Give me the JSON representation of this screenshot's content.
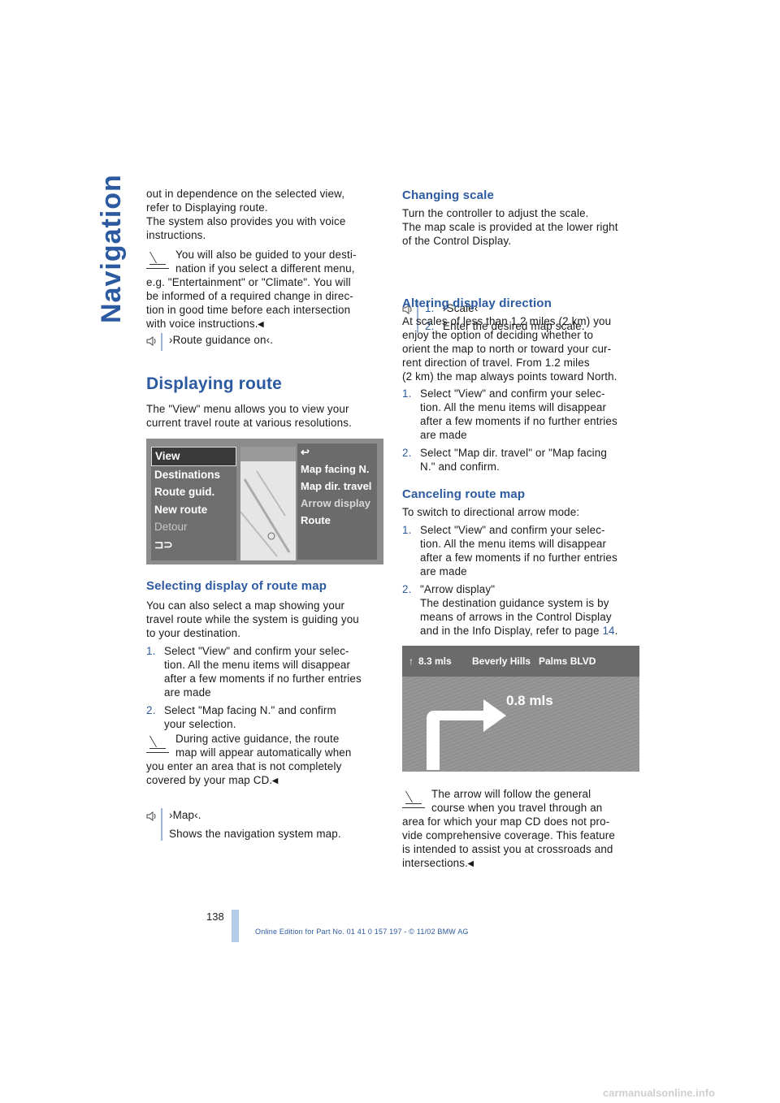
{
  "side_tab": "Navigation",
  "left": {
    "para1": [
      "out in dependence on the selected view,",
      "refer to Displaying route.",
      "The system also provides you with voice",
      "instructions."
    ],
    "note1": [
      "You will also be guided to your desti-",
      "nation if you select a different menu,",
      "e.g. \"Entertainment\" or \"Climate\". You will",
      "be informed of a required change in direc-",
      "tion in good time before each intersection",
      "with voice instructions."
    ],
    "voice1": "›Route guidance on‹.",
    "heading_display": "Displaying route",
    "para2": [
      "The \"View\" menu allows you to view your",
      "current travel route at various resolutions."
    ],
    "heading_select": "Selecting display of route map",
    "para3": [
      "You can also select a map showing your",
      "travel route while the system is guiding you",
      "to your destination."
    ],
    "steps": [
      {
        "n": "1.",
        "lines": [
          "Select \"View\" and confirm your selec-",
          "tion. All the menu items will disappear",
          "after a few moments if no further entries",
          "are made"
        ]
      },
      {
        "n": "2.",
        "lines": [
          "Select \"Map facing N.\" and confirm",
          "your selection."
        ]
      }
    ],
    "note2": [
      "During active guidance, the route",
      "map will appear automatically when",
      "you enter an area that is not completely",
      "covered by your map CD."
    ],
    "voice2": [
      "›Map‹.",
      "Shows the navigation system map."
    ]
  },
  "screen1": {
    "left_menu": [
      "View",
      "Destinations",
      "Route guid.",
      "New route",
      "Detour",
      "⊐⊃"
    ],
    "right_menu": [
      "↩",
      "Map facing N.",
      "Map dir. travel",
      "Arrow display",
      "Route"
    ]
  },
  "right": {
    "heading_scale": "Changing scale",
    "para_scale": [
      "Turn the controller to adjust the scale.",
      "The map scale is provided at the lower right",
      "of the Control Display."
    ],
    "voice_scale": [
      {
        "n": "1.",
        "text": "›Scale‹"
      },
      {
        "n": "2.",
        "text": "Enter the desired map scale."
      }
    ],
    "heading_dir": "Altering display direction",
    "para_dir": [
      "At scales of less than 1.2 miles (2 km) you",
      "enjoy the option of deciding whether to",
      "orient the map to north or toward your cur-",
      "rent direction of travel. From 1.2 miles",
      "(2 km) the map always points toward North."
    ],
    "steps_dir": [
      {
        "n": "1.",
        "lines": [
          "Select \"View\" and confirm your selec-",
          "tion. All the menu items will disappear",
          "after a few moments if no further entries",
          "are made"
        ]
      },
      {
        "n": "2.",
        "lines": [
          "Select \"Map dir. travel\" or \"Map facing",
          "N.\" and confirm."
        ]
      }
    ],
    "heading_cancel": "Canceling route map",
    "para_cancel": "To switch to directional arrow mode:",
    "steps_cancel_1": [
      "Select \"View\" and confirm your selec-",
      "tion. All the menu items will disappear",
      "after a few moments if no further entries",
      "are made"
    ],
    "steps_cancel_2": [
      "\"Arrow display\"",
      "The destination guidance system is by",
      "means of arrows in the Control Display",
      "and in the Info Display, refer to page"
    ],
    "page_ref": "14",
    "note3": [
      "The arrow will follow the general",
      "course when you travel through an",
      "area for which your map CD does not pro-",
      "vide comprehensive coverage. This feature",
      "is intended to assist you at crossroads and",
      "intersections."
    ]
  },
  "screen2": {
    "dist_top": "8.3 mls",
    "city": "Beverly Hills",
    "street": "Palms BLVD",
    "dist_big": "0.8 mls"
  },
  "page_number": "138",
  "footer": "Online Edition for Part No. 01 41 0 157 197 - © 11/02 BMW AG",
  "watermark": "carmanualsonline.info"
}
